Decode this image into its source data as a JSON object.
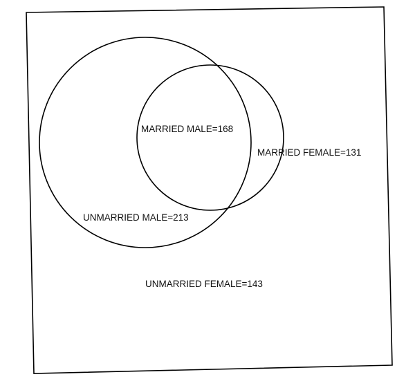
{
  "diagram": {
    "type": "venn",
    "regions": {
      "married_male": {
        "label": "MARRIED MALE=168"
      },
      "married_female": {
        "label": "MARRIED FEMALE=131"
      },
      "unmarried_male": {
        "label": "UNMARRIED MALE=213"
      },
      "unmarried_female": {
        "label": "UNMARRIED FEMALE=143"
      }
    },
    "stroke_color": "#000000",
    "background_color": "#ffffff"
  }
}
